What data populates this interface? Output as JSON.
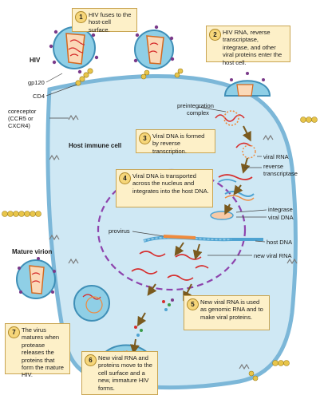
{
  "labels": {
    "hiv": "HIV",
    "gp120": "gp120",
    "cd4": "CD4",
    "coreceptor": [
      "coreceptor",
      "(CCR5 or",
      "CXCR4)"
    ],
    "preintegration": [
      "preintegration",
      "complex"
    ],
    "host_cell": "Host immune cell",
    "viral_rna": "viral RNA",
    "reverse_transcriptase": [
      "reverse",
      "transcriptase"
    ],
    "integrase": "integrase",
    "viral_dna": "viral DNA",
    "provirus": "provirus",
    "host_dna": "host DNA",
    "new_viral_rna": "new viral RNA",
    "mature_virion": "Mature virion"
  },
  "steps": [
    {
      "num": "1",
      "text": "HIV fuses to the host-cell surface."
    },
    {
      "num": "2",
      "text": "HIV RNA, reverse transcriptase, integrase, and other viral proteins enter the host cell."
    },
    {
      "num": "3",
      "text": "Viral DNA is formed by reverse transcription."
    },
    {
      "num": "4",
      "text": "Viral DNA is transported across the nucleus and integrates into the host DNA."
    },
    {
      "num": "5",
      "text": "New viral RNA is used as genomic RNA and to make viral proteins."
    },
    {
      "num": "6",
      "text": "New viral RNA and proteins move to the cell surface and a new, immature HIV forms."
    },
    {
      "num": "7",
      "text": "The virus matures when protease releases the proteins that form the mature HIV."
    }
  ],
  "colors": {
    "cell_fill": "#cfe8f4",
    "cell_edge": "#7cb7d8",
    "nucleus_edge": "#8e44ad",
    "virion_shell": "#8fcfe6",
    "capsid": "#f08a3c",
    "rna": "#d62d2d",
    "dna": "#4fa3d1",
    "receptor": "#e8c54a",
    "box_fill": "#fdf0c8",
    "arrow": "#7a5a1e"
  }
}
